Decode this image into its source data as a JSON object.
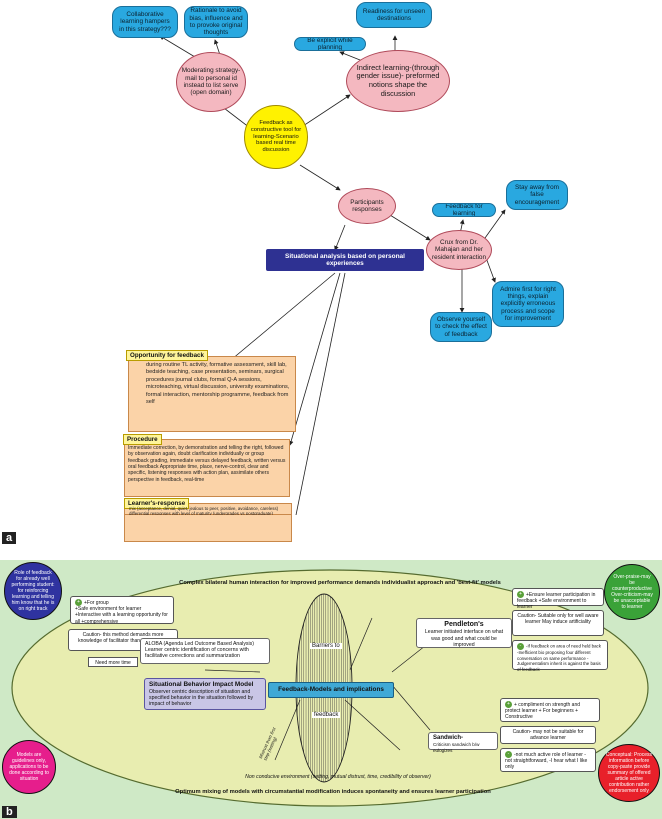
{
  "panel_a": {
    "label": "a",
    "central": "Feedback as constructive tool for learning-Scenario based real time discussion",
    "moderating": "Moderating strategy-mail to personal id instead to list serve (open domain)",
    "collab": "Collaborative learning hampers in this strategy???",
    "rationale": "Rationale to avoid bias, influence and to provoke original thoughts",
    "indirect": "Indirect learning-(through gender issue)- preformed notions shape the discussion",
    "explicit": "Be explicit while planning",
    "readiness": "Readiness for unseen destinations",
    "participants": "Participants responses",
    "situational": "Situational analysis based on personal experiences",
    "crux": "Crux from Dr. Mahajan and her resident interaction",
    "feedback_learning": "Feedback for learning",
    "stay_away": "Stay away from false encouragement",
    "admire": "Admire first for right things, explain explicitly erroneous process and scope for improvement",
    "observe": "Observe yourself to check the effect of feedback",
    "opp_title": "Opportunity for feedback",
    "opp_text": "during routine TL activity, formative assessment, skill lab, bedside teaching, case presentation, seminars, surgical procedures journal clubs, formal Q-A sessions, microteaching, virtual discussion, university examinations, formal interaction, mentorship programme, feedback from self",
    "proc_title": "Procedure",
    "proc_text": "Immediate correction, by demonstration and telling the right, followed by observation again, doubt clarification individually or group feedback grading, immediate versus delayed feedback, written versus oral feedback Appropriate time, place, nerve-control, clear and specific, listening responses with action plan, assimilate others perspective in feedback, real-time",
    "learner_title": "Learner's-response",
    "learner_text": "mix (acceptance, denial, quiet, jealous to peer, positive, avoidance, careless) differential responses with level of maturity (undergrades vs postgraduate)"
  },
  "panel_b": {
    "label": "b",
    "top_text": "Complex bilateral human interaction for improved performance demands individualist approach and 'best-fit' models",
    "bottom_text": "Optimum mixing of models with circumstantial modification induces spontaneity and ensures learner participation",
    "center_title": "Feedback-Models and implications",
    "barriers_to": "Barriers to",
    "feedback_word": "feedback",
    "barrier_bottom": "Non conducive environment (setting, mutual distrust, time, credibility of observer)",
    "barrier_left": "Mistrust from first step (setting)",
    "left_circle": "Role of feedback for already well performing student: for reinforcing learning and telling him know that he is on right track",
    "pink_circle": "Models are guidelines only, applications to be done according to situation",
    "green_circle": "Over-praise-may be counterproductive Over-criticism-may be unacceptable to learner",
    "red_circle": "Conceptual: Process information before copy-paste provide summary of offered article active contribution rather endorsement only",
    "group_box": "+For group\n+Safe environment for learner\n+Interactive with a learning opportunity for all +comprehensive",
    "caution_left": "Caution- this method demands more knowledge of facilitator than other model",
    "need_time": "Need more time",
    "aloba": "ALOBA (Agenda Led Outcome Based Analysis) Learner centric identification of concerns with facilitative corrections and summarization",
    "sbim_title": "Situational Behavior Impact Model",
    "sbim_text": "Observer centric description of situation and specified behavior in the situation followed by impact of behavior",
    "pendleton_title": "Pendleton's",
    "pendleton_text": "Learner initiated interface on what was good and what could be improved",
    "pend_plus": "+Ensure learner participation in feedback +Safe environment to learner",
    "caution_pend": "Caution- Suitable only for well aware learner May induce artificiality",
    "pend_minus": "-If feedback on area of need held back -Inefficient bio proposing four different conversation on same performance -Judgementalism inherit is against the basis of feedback",
    "sandwich_title": "Sandwich-",
    "sandwich_text": "Criticism sandwich b/w eulogizes",
    "sand_plus": "+ compliment on strength and protect learner + For beginners + Constructive",
    "caution_sand": "Caution- may not be suitable for advance learner",
    "sand_minus": "-not much active role of learner -not straightforward, -I hear what I like only"
  }
}
